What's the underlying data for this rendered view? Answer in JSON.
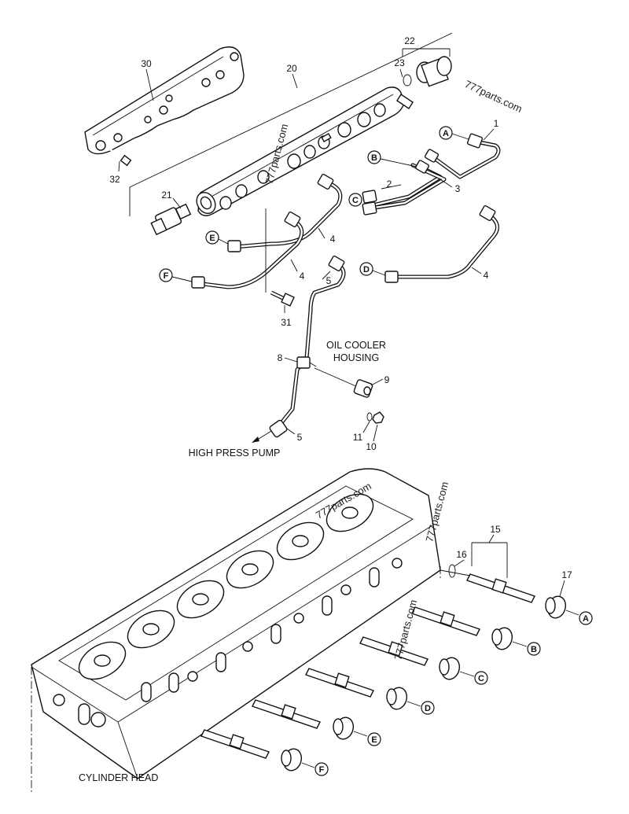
{
  "diagram": {
    "captions": {
      "oil_cooler_housing_line1": "OIL COOLER",
      "oil_cooler_housing_line2": "HOUSING",
      "high_press_pump": "HIGH PRESS PUMP",
      "cylinder_head": "CYLINDER HEAD"
    },
    "part_numbers": {
      "p1": "1",
      "p2": "2",
      "p3": "3",
      "p4a": "4",
      "p4b": "4",
      "p4c": "4",
      "p5a": "5",
      "p5b": "5",
      "p8": "8",
      "p9": "9",
      "p10": "10",
      "p11": "11",
      "p15": "15",
      "p16": "16",
      "p17": "17",
      "p20": "20",
      "p21": "21",
      "p22": "22",
      "p23": "23",
      "p30": "30",
      "p31": "31",
      "p32": "32"
    },
    "connection_letters": {
      "top_a": "A",
      "top_b": "B",
      "top_c": "C",
      "top_d": "D",
      "top_e": "E",
      "top_f": "F",
      "bot_a": "A",
      "bot_b": "B",
      "bot_c": "C",
      "bot_d": "D",
      "bot_e": "E",
      "bot_f": "F"
    },
    "watermarks": {
      "w1": "777parts.com",
      "w2": "777parts.com",
      "w3": "777parts.com",
      "w4": "777parts.com",
      "w5": "777parts.com"
    }
  }
}
